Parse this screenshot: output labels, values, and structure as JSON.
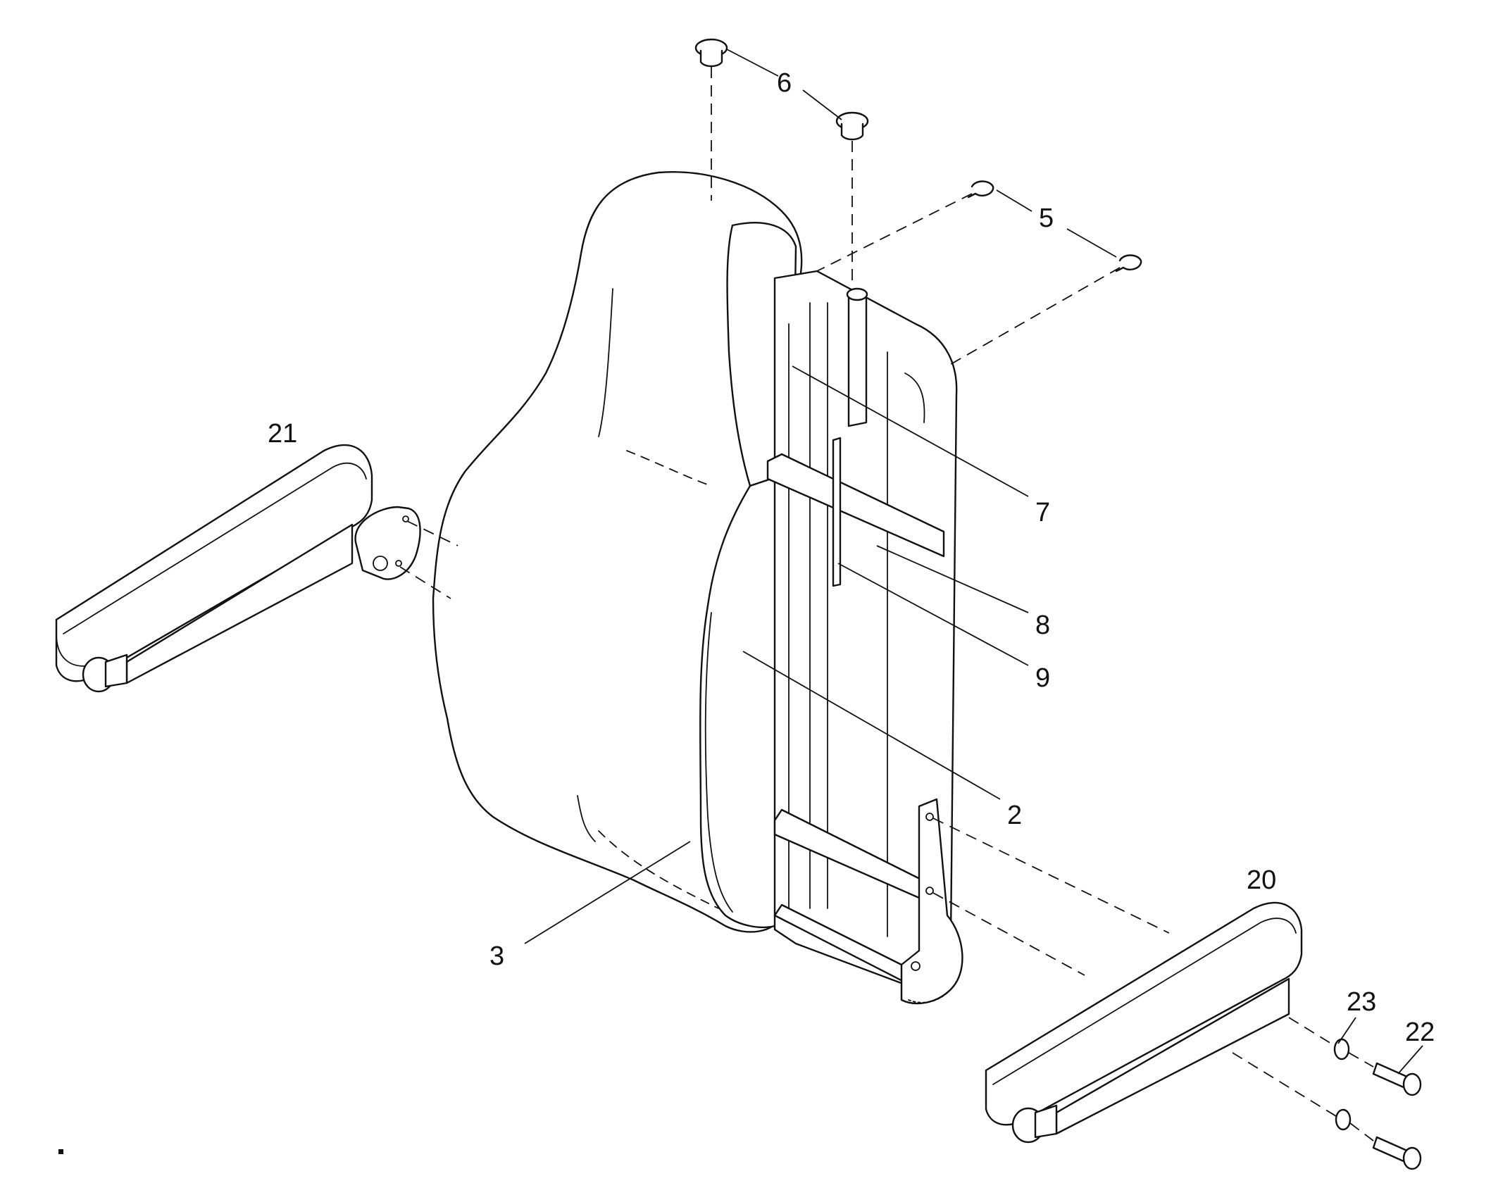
{
  "labels": {
    "l6": "6",
    "l5": "5",
    "l7": "7",
    "l8": "8",
    "l9": "9",
    "l2": "2",
    "l3": "3",
    "l21": "21",
    "l20": "20",
    "l23": "23",
    "l22": "22"
  }
}
